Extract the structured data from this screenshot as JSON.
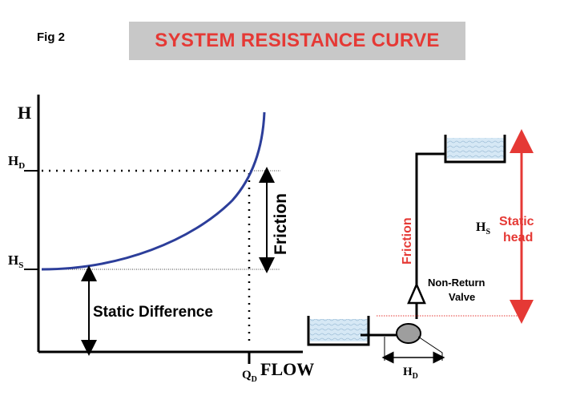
{
  "figure": {
    "fig_label": "Fig 2",
    "title": "SYSTEM RESISTANCE CURVE"
  },
  "graph": {
    "y_axis_label": "H",
    "x_axis_label": "FLOW",
    "hd_label": "H",
    "hd_sub": "D",
    "hs_label": "H",
    "hs_sub": "S",
    "qd_label": "Q",
    "qd_sub": "D",
    "friction_label": "Friction",
    "static_difference_label": "Static Difference",
    "curve_color": "#2c3e9a"
  },
  "schematic": {
    "friction_label": "Friction",
    "static_head_line1": "Static",
    "static_head_line2": "head",
    "hs_label": "H",
    "hs_sub": "S",
    "hd_label": "H",
    "hd_sub": "D",
    "valve_label_line1": "Non-Return",
    "valve_label_line2": "Valve",
    "accent_color": "#e53935",
    "water_color": "#d6e8f5"
  }
}
